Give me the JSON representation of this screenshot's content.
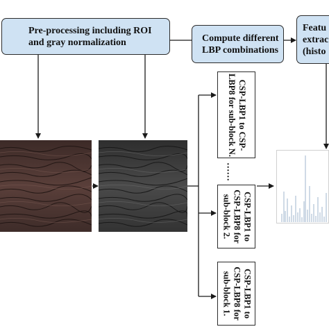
{
  "boxes": {
    "preprocess": {
      "line1": "Pre-processing including ROI",
      "line2": "and gray normalization"
    },
    "compute_lbp": {
      "line1": "Compute different",
      "line2": "LBP combinations"
    },
    "feature": {
      "line1": "Featu",
      "line2": "extrac",
      "line3": "(histo"
    }
  },
  "sub_blocks": [
    {
      "line1": "CSP-LBP1 to CSP-",
      "line2": "LBP8 for sub-block N."
    },
    {
      "line1": "CSP-LBP1 to",
      "line2": "CSP-LBP8 for",
      "line3": "sub-block 2."
    },
    {
      "line1": "CSP-LBP1 to",
      "line2": "CSP-LBP8 for",
      "line3": "sub-block 1."
    }
  ],
  "ellipsis": "......",
  "images": {
    "color_texture": "knuckle-color-image",
    "gray_texture": "knuckle-gray-image",
    "histogram": "histogram-plot"
  },
  "colors": {
    "box_fill": "#cfe2f3",
    "border": "#2b2b2b",
    "color_image": "#4a3430",
    "gray_image": "#3a3a3a",
    "histogram_bars": "#9fb4cc"
  }
}
